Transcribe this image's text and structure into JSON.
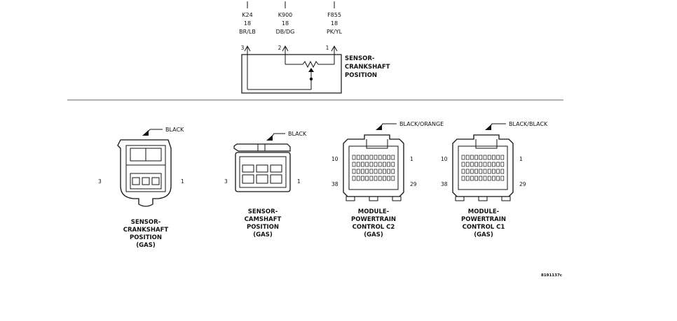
{
  "schematic": {
    "wires": [
      {
        "circuit": "K24",
        "gauge": "18",
        "color": "BR/LB",
        "pin": "3"
      },
      {
        "circuit": "K900",
        "gauge": "18",
        "color": "DB/DG",
        "pin": "2"
      },
      {
        "circuit": "F855",
        "gauge": "18",
        "color": "PK/YL",
        "pin": "1"
      }
    ],
    "component_label": [
      "SENSOR-",
      "CRANKSHAFT",
      "POSITION"
    ]
  },
  "connectors": [
    {
      "callout": "BLACK",
      "pins_left": [
        "3"
      ],
      "pins_right": [
        "1"
      ],
      "label": [
        "SENSOR-",
        "CRANKSHAFT",
        "POSITION",
        "(GAS)"
      ]
    },
    {
      "callout": "BLACK",
      "pins_left": [
        "3"
      ],
      "pins_right": [
        "1"
      ],
      "label": [
        "SENSOR-",
        "CAMSHAFT",
        "POSITION",
        "(GAS)"
      ]
    },
    {
      "callout": "BLACK/ORANGE",
      "pins_left": [
        "10",
        "38"
      ],
      "pins_right": [
        "1",
        "29"
      ],
      "label": [
        "MODULE-",
        "POWERTRAIN",
        "CONTROL C2",
        "(GAS)"
      ]
    },
    {
      "callout": "BLACK/BLACK",
      "pins_left": [
        "10",
        "38"
      ],
      "pins_right": [
        "1",
        "29"
      ],
      "label": [
        "MODULE-",
        "POWERTRAIN",
        "CONTROL C1",
        "(GAS)"
      ]
    }
  ],
  "figure_code": "8191137c"
}
